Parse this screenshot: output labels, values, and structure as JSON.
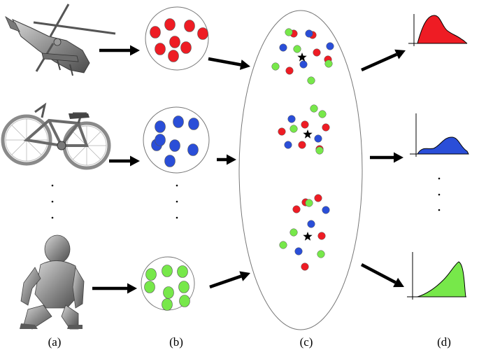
{
  "labels": {
    "a": "(a)",
    "b": "(b)",
    "c": "(c)",
    "d": "(d)"
  },
  "icons": {
    "object_1": "helicopter-icon",
    "object_2": "bicycle-icon",
    "object_3": "human-figure-icon"
  },
  "colors": {
    "red": "#ee1c24",
    "blue": "#2a4ed8",
    "green": "#77e84a",
    "arrow": "#000000",
    "model_gray": "#8e8e8e"
  },
  "groups": {
    "b": [
      {
        "color": "red",
        "count": 8
      },
      {
        "color": "blue",
        "count": 8
      },
      {
        "color": "green",
        "count": 8
      }
    ],
    "c": [
      {
        "red": 5,
        "blue": 4,
        "green": 5,
        "center_star": true
      },
      {
        "red": 5,
        "blue": 3,
        "green": 4,
        "center_star": true
      },
      {
        "red": 5,
        "blue": 3,
        "green": 4,
        "center_star": true
      }
    ]
  },
  "distributions": [
    {
      "color": "red",
      "peak_position": "left"
    },
    {
      "color": "blue",
      "peak_position": "right"
    },
    {
      "color": "green",
      "peak_position": "right"
    }
  ]
}
